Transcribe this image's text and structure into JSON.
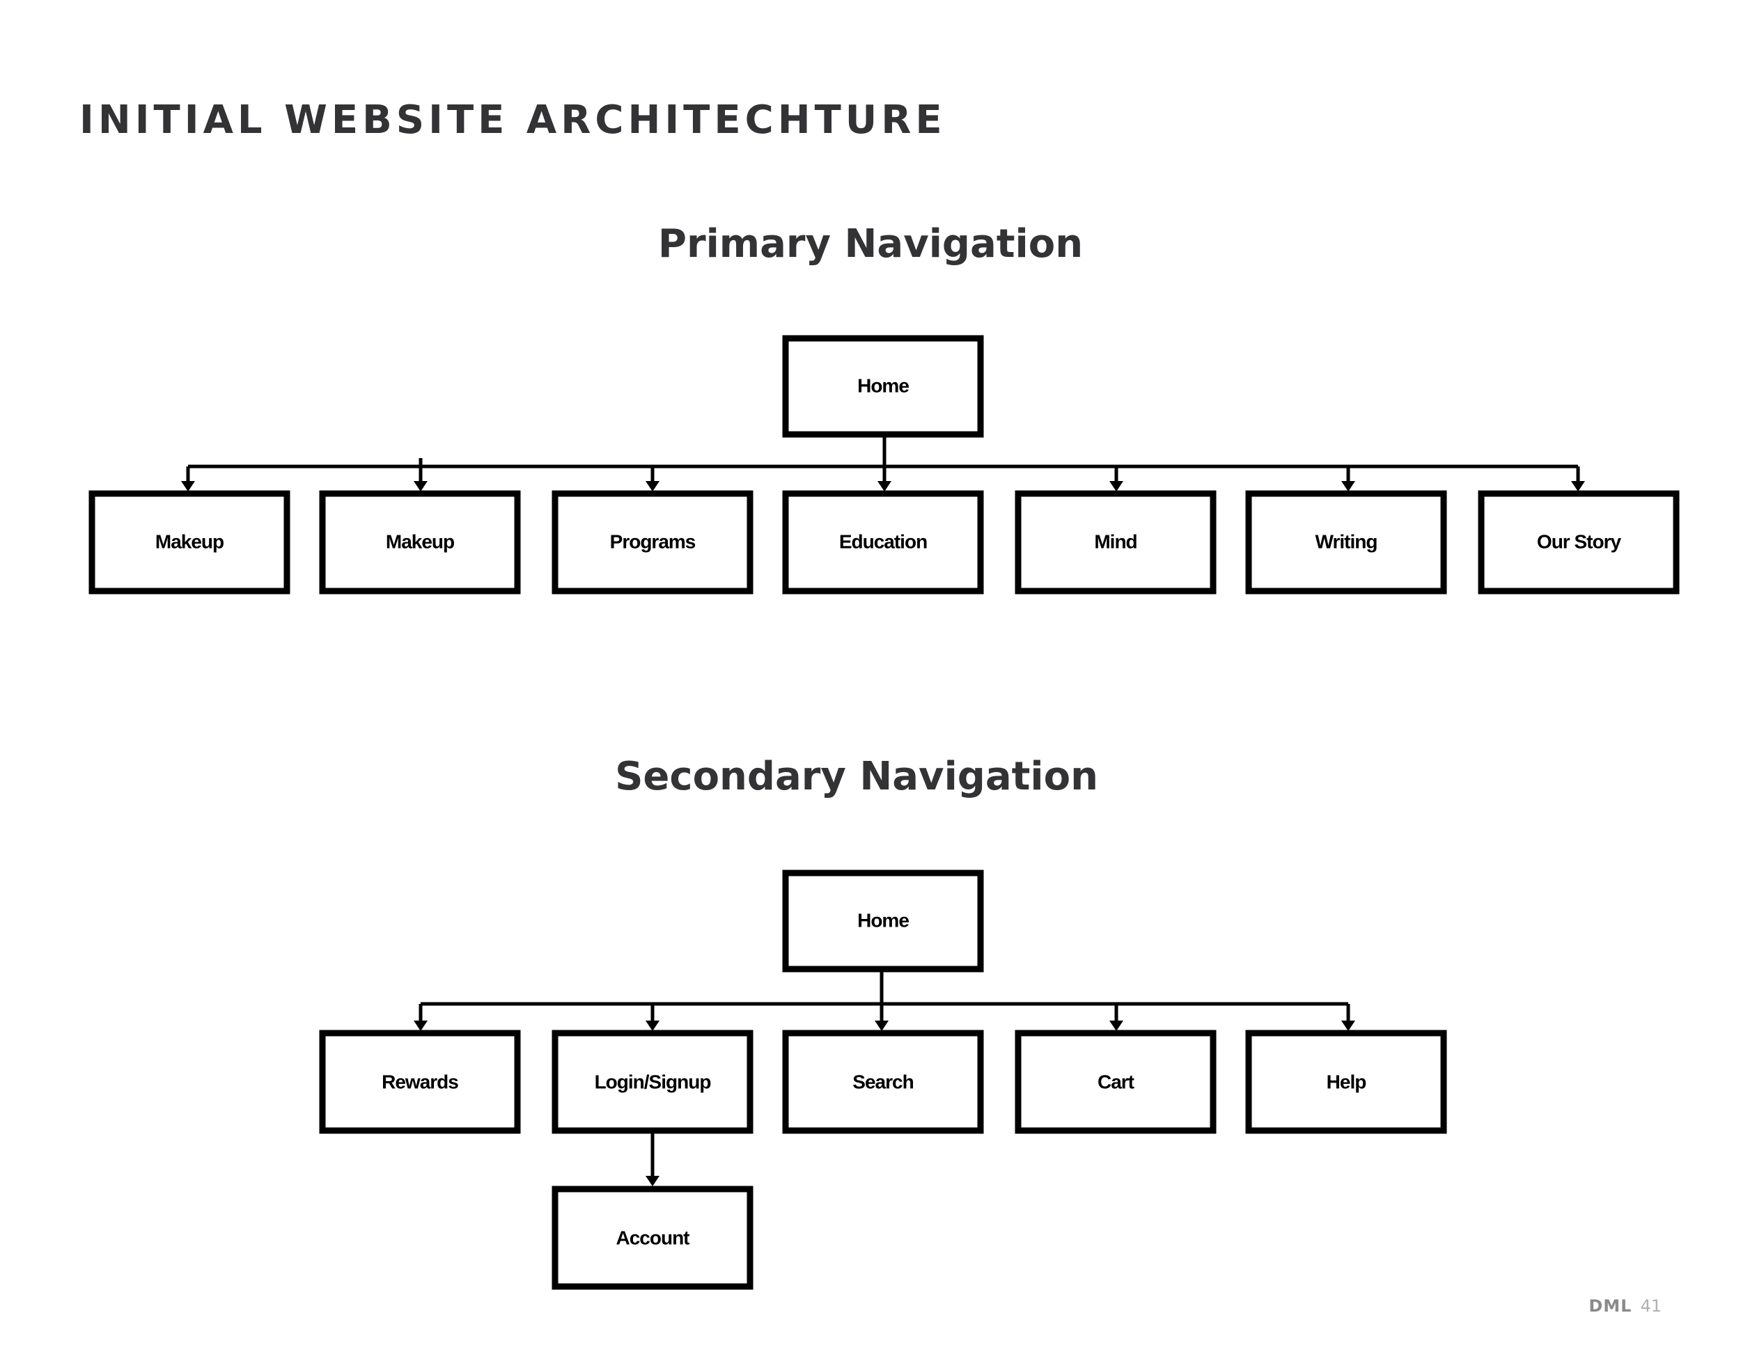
{
  "page_title": "INITIAL WEBSITE ARCHITECHTURE",
  "primary": {
    "title": "Primary Navigation",
    "root": "Home",
    "children": [
      "Makeup",
      "Makeup",
      "Programs",
      "Education",
      "Mind",
      "Writing",
      "Our Story"
    ]
  },
  "secondary": {
    "title": "Secondary Navigation",
    "root": "Home",
    "children": [
      "Rewards",
      "Login/Signup",
      "Search",
      "Cart",
      "Help"
    ],
    "grandchild": "Account"
  },
  "footer": {
    "brand": "DML",
    "page_number": "41"
  }
}
